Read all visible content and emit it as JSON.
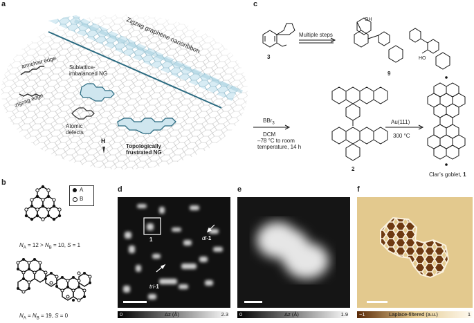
{
  "panels": {
    "a": {
      "letter": "a",
      "labels": {
        "ribbon": "Zigzag graphene nanoribbon",
        "armchair": "armchair edge",
        "sublattice_1": "Sublattice-",
        "sublattice_2": "imbalanced NG",
        "zigzag": "zigzag edge",
        "atomic_1": "Atomic",
        "atomic_2": "defects",
        "hydrogen": "H",
        "topo_1": "Topologically",
        "topo_2": "frustrated NG"
      }
    },
    "b": {
      "letter": "b",
      "legend_a": "A",
      "legend_b": "B",
      "eq1": "Nₐ = 12 > Nʙ = 10, S = 1",
      "eq1_parts": {
        "na": "N",
        "na_sub": "A",
        "mid": " = 12 > ",
        "nb": "N",
        "nb_sub": "B",
        "end": " = 10, ",
        "s": "S",
        "s_end": " = 1"
      },
      "eq2_parts": {
        "na": "N",
        "na_sub": "A",
        "mid": " = ",
        "nb": "N",
        "nb_sub": "B",
        "end": " = 19, ",
        "s": "S",
        "s_end": " = 0"
      }
    },
    "c": {
      "letter": "c",
      "step1": "Multiple steps",
      "compound3": "3",
      "compound9": "9",
      "compound2": "2",
      "reagent_1": "BBr",
      "reagent_1_sub": "3",
      "reagent_2": "DCM",
      "reagent_3": "–78 °C to room",
      "reagent_4": "temperature, 14 h",
      "au": "Au(111)",
      "temp": "300 °C",
      "product": "Clar’s goblet, ",
      "product_num": "1",
      "oh": "OH",
      "ho": "HO"
    },
    "d": {
      "letter": "d",
      "box_label": "1",
      "di_label": "di-",
      "di_num": "1",
      "tri_label": "tri-",
      "tri_num": "1",
      "cbar_min": "0",
      "cbar_mid": "Δz (Å)",
      "cbar_max": "2.3"
    },
    "e": {
      "letter": "e",
      "cbar_min": "0",
      "cbar_mid": "Δz (Å)",
      "cbar_max": "1.9"
    },
    "f": {
      "letter": "f",
      "cbar_min": "−1",
      "cbar_mid": "Laplace-filtered (a.u.)",
      "cbar_max": "1"
    }
  }
}
